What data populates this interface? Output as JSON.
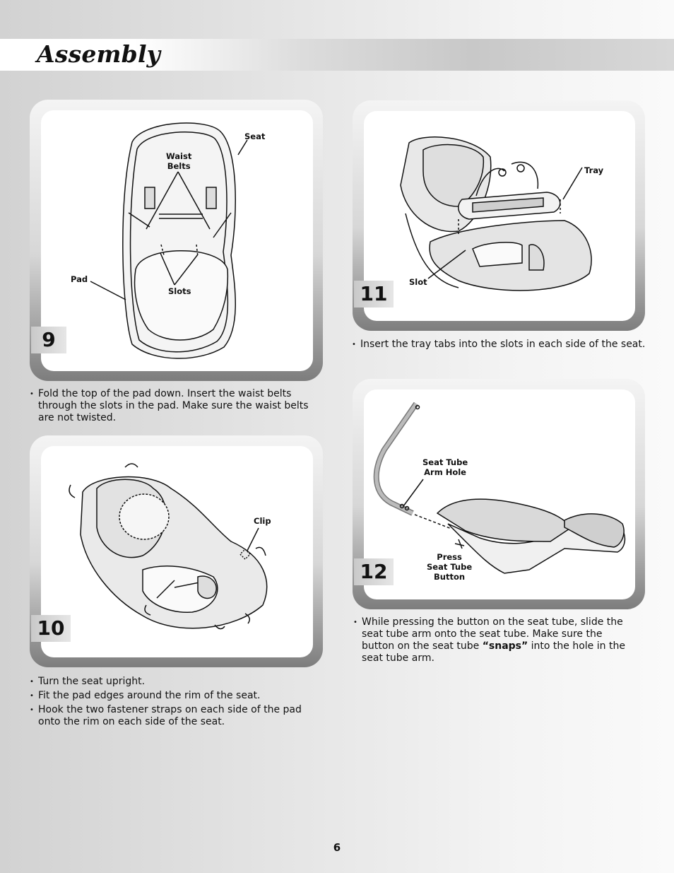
{
  "header": {
    "title": "Assembly"
  },
  "steps": {
    "s9": {
      "number": "9",
      "labels": {
        "seat": "Seat",
        "waist_belts": "Waist\nBelts",
        "pad": "Pad",
        "slots": "Slots"
      },
      "instructions": [
        "Fold the top of the pad down. Insert the waist belts through the slots in the pad. Make sure the waist belts are not twisted."
      ]
    },
    "s10": {
      "number": "10",
      "labels": {
        "clip": "Clip"
      },
      "instructions": [
        "Turn the seat upright.",
        "Fit the pad edges around the rim of the seat.",
        "Hook the two fastener straps on each side of the pad onto the rim on each side of the seat."
      ]
    },
    "s11": {
      "number": "11",
      "labels": {
        "tray": "Tray",
        "slot": "Slot"
      },
      "instructions": [
        "Insert the tray tabs into the slots in each side of the seat."
      ]
    },
    "s12": {
      "number": "12",
      "labels": {
        "seat_tube_arm_hole": "Seat Tube\nArm Hole",
        "press_button": "Press\nSeat Tube\nButton"
      },
      "instructions": {
        "before": "While pressing the button on the seat tube, slide the seat tube arm onto the seat tube. Make sure the button on the seat tube ",
        "emphasis": "“snaps”",
        "after": " into the hole in the seat tube arm."
      }
    }
  },
  "footer": {
    "page_number": "6"
  }
}
